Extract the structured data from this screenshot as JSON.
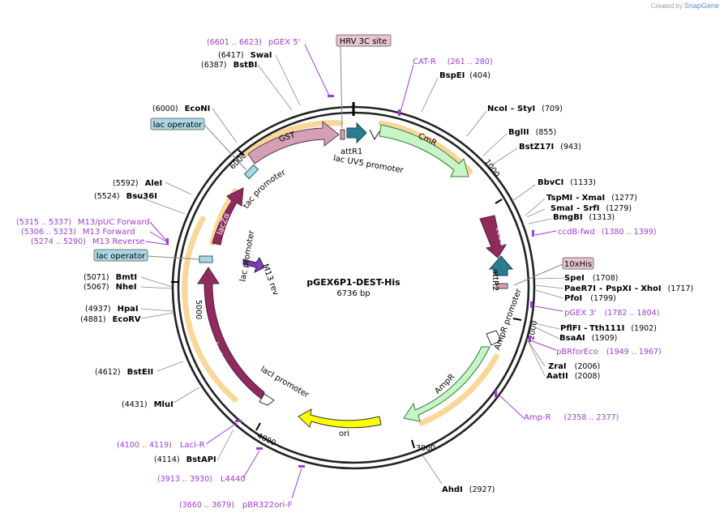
{
  "header": {
    "credit_prefix": "Created by",
    "credit_brand": "SnapGene"
  },
  "plasmid": {
    "name": "pGEX6P1-DEST-His",
    "length_label": "6736 bp",
    "length": 6736
  },
  "ticks": [
    "1000",
    "2000",
    "3000",
    "4000",
    "5000",
    "6000"
  ],
  "sites": [
    {
      "name": "BspEI",
      "pos": "(404)"
    },
    {
      "name": "NcoI",
      "name2": "StyI",
      "pos": "(709)"
    },
    {
      "name": "BglII",
      "pos": "(855)"
    },
    {
      "name": "BstZ17I",
      "pos": "(943)"
    },
    {
      "name": "BbvCI",
      "pos": "(1133)"
    },
    {
      "name": "TspMI",
      "name2": "XmaI",
      "pos": "(1277)"
    },
    {
      "name": "SmaI",
      "name2": "SrfI",
      "pos": "(1279)"
    },
    {
      "name": "BmgBI",
      "pos": "(1313)"
    },
    {
      "name": "SpeI",
      "pos": "(1708)"
    },
    {
      "name": "PaeR7I",
      "name2": "PspXI",
      "name3": "XhoI",
      "pos": "(1717)"
    },
    {
      "name": "PfoI",
      "pos": "(1799)"
    },
    {
      "name": "PflFI",
      "name2": "Tth111I",
      "pos": "(1902)"
    },
    {
      "name": "BsaAI",
      "pos": "(1909)"
    },
    {
      "name": "ZraI",
      "pos": "(2006)"
    },
    {
      "name": "AatII",
      "pos": "(2008)"
    },
    {
      "name": "AhdI",
      "pos": "(2927)"
    },
    {
      "name": "BstAPI",
      "pos": "(4114)"
    },
    {
      "name": "MluI",
      "pos": "(4431)"
    },
    {
      "name": "BstEII",
      "pos": "(4612)"
    },
    {
      "name": "EcoRV",
      "pos": "(4881)"
    },
    {
      "name": "HpaI",
      "pos": "(4937)"
    },
    {
      "name": "NheI",
      "pos": "(5067)"
    },
    {
      "name": "BmtI",
      "pos": "(5071)"
    },
    {
      "name": "Bsu36I",
      "pos": "(5524)"
    },
    {
      "name": "AleI",
      "pos": "(5592)"
    },
    {
      "name": "EcoNI",
      "pos": "(6000)"
    },
    {
      "name": "BstBI",
      "pos": "(6387)"
    },
    {
      "name": "SwaI",
      "pos": "(6417)"
    }
  ],
  "primers": [
    {
      "name": "pGEX 5'",
      "range": "(6601 .. 6623)"
    },
    {
      "name": "CAT-R",
      "range": "(261 .. 280)"
    },
    {
      "name": "ccdB-fwd",
      "range": "(1380 .. 1399)"
    },
    {
      "name": "pGEX 3'",
      "range": "(1782 .. 1804)"
    },
    {
      "name": "pBRforEco",
      "range": "(1949 .. 1967)"
    },
    {
      "name": "Amp-R",
      "range": "(2358 .. 2377)"
    },
    {
      "name": "pBR322ori-F",
      "range": "(3660 .. 3679)"
    },
    {
      "name": "L4440",
      "range": "(3913 .. 3930)"
    },
    {
      "name": "LacI-R",
      "range": "(4100 .. 4119)"
    },
    {
      "name": "M13/pUC Forward",
      "range": "(5315 .. 5337)"
    },
    {
      "name": "M13 Forward",
      "range": "(5306 .. 5323)"
    },
    {
      "name": "M13 Reverse",
      "range": "(5274 .. 5290)"
    }
  ],
  "boxed_labels": {
    "hrv": "HRV 3C site",
    "his": "10xHis",
    "lacop1": "lac operator",
    "lacop2": "lac operator"
  },
  "features": {
    "gst": "GST",
    "cmr": "CmR",
    "ccdb": "ccdB",
    "ampr": "AmpR",
    "ori": "ori",
    "laci": "lacI",
    "lacza": "lacZα",
    "attr1": "attR1",
    "attr2": "attR2",
    "lacuv5": "lac UV5 promoter",
    "tac": "tac promoter",
    "lacprom": "lac promoter",
    "ampprom": "AmpR promoter",
    "laciprom": "lacI promoter",
    "m13rev": "M13 rev"
  },
  "colors": {
    "backbone": "#222222",
    "gst": "#d4a0b8",
    "cmr": "#c8f5c8",
    "ccdb": "#8f2a5f",
    "ampr": "#c8f5c8",
    "ori": "#ffff00",
    "laci": "#8f2a5f",
    "lacza": "#8f2a5f",
    "att": "#2b7c90",
    "primer": "#a23ad6",
    "site_line": "#888888",
    "box_pink": "#e8c4d0",
    "box_blue": "#a9d7e3",
    "highlight": "#f5b646"
  }
}
